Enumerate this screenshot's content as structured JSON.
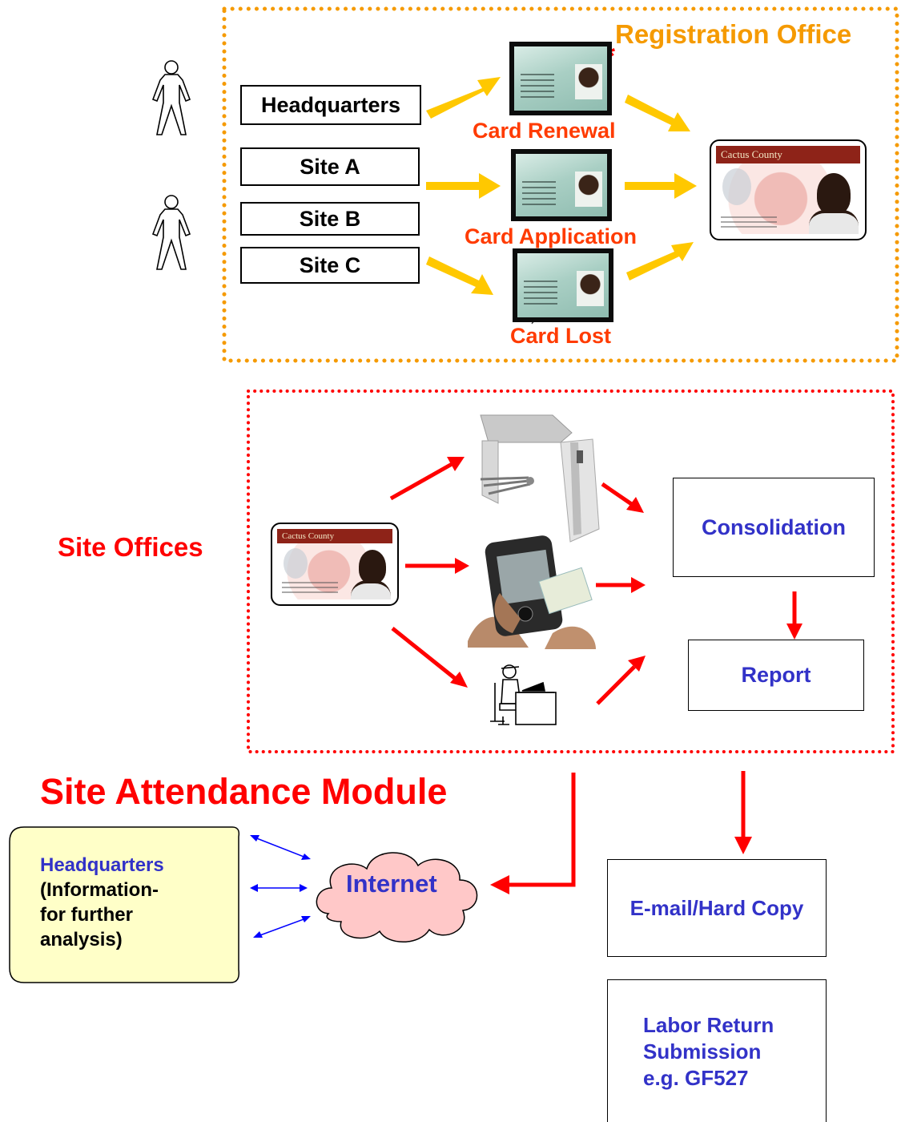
{
  "registration_office": {
    "title": "Registration Office",
    "sources": [
      "Headquarters",
      "Site A",
      "Site B",
      "Site C"
    ],
    "card_renewal": "Card Renewal",
    "card_application": "Card Application",
    "card_lost": "Card Lost",
    "card_header": "Cactus County"
  },
  "site_offices": {
    "title": "Site Offices",
    "consolidation": "Consolidation",
    "report": "Report"
  },
  "module_title": "Site Attendance Module",
  "headquarters_box": {
    "title": "Headquarters",
    "line1": "(Information-",
    "line2": "for further",
    "line3": "analysis)"
  },
  "internet": "Internet",
  "email_hard_copy": "E-mail/Hard Copy",
  "labor_return": {
    "line1": "Labor Return",
    "line2": "Submission",
    "line3": "e.g. GF527"
  },
  "colors": {
    "orange": "#f59a00",
    "red_label": "#ff3b00",
    "red_arrow": "#ff0000",
    "blue_text": "#3232c8",
    "yellow_arrow": "#ffc800",
    "hq_fill": "#ffffc8",
    "cloud_fill": "#ffc8c8"
  }
}
